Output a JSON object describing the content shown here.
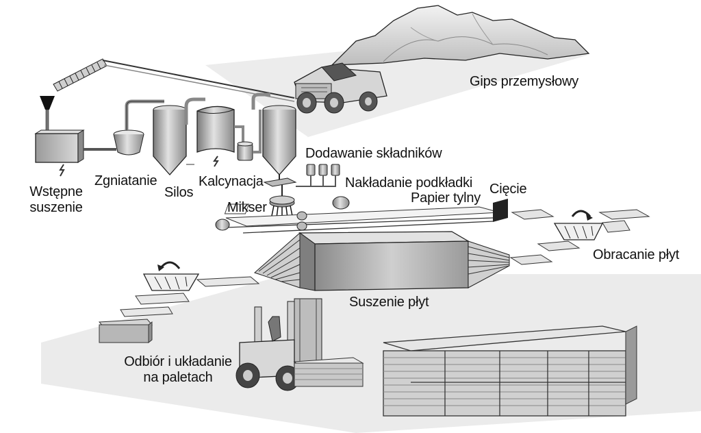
{
  "labels": {
    "wstepne_line1": "Wstępne",
    "wstepne_line2": "suszenie",
    "zgniatanie": "Zgniatanie",
    "silos": "Silos",
    "kalcynacja": "Kalcynacja",
    "gips": "Gips przemysłowy",
    "dodawanie": "Dodawanie składników",
    "naklad": "Nakładanie podkładki",
    "papier": "Papier tylny",
    "ciecie": "Cięcie",
    "mikser": "Mikser",
    "obracanie": "Obracanie płyt",
    "suszenie_plyt": "Suszenie płyt",
    "odbior_line1": "Odbiór i układanie",
    "odbior_line2": "na paletach"
  },
  "colors": {
    "ground": "#e6e6e6",
    "metal_dark": "#6e6e6e",
    "metal_mid": "#a9a9a9",
    "metal_light": "#d4d4d4",
    "outline": "#1a1a1a"
  }
}
